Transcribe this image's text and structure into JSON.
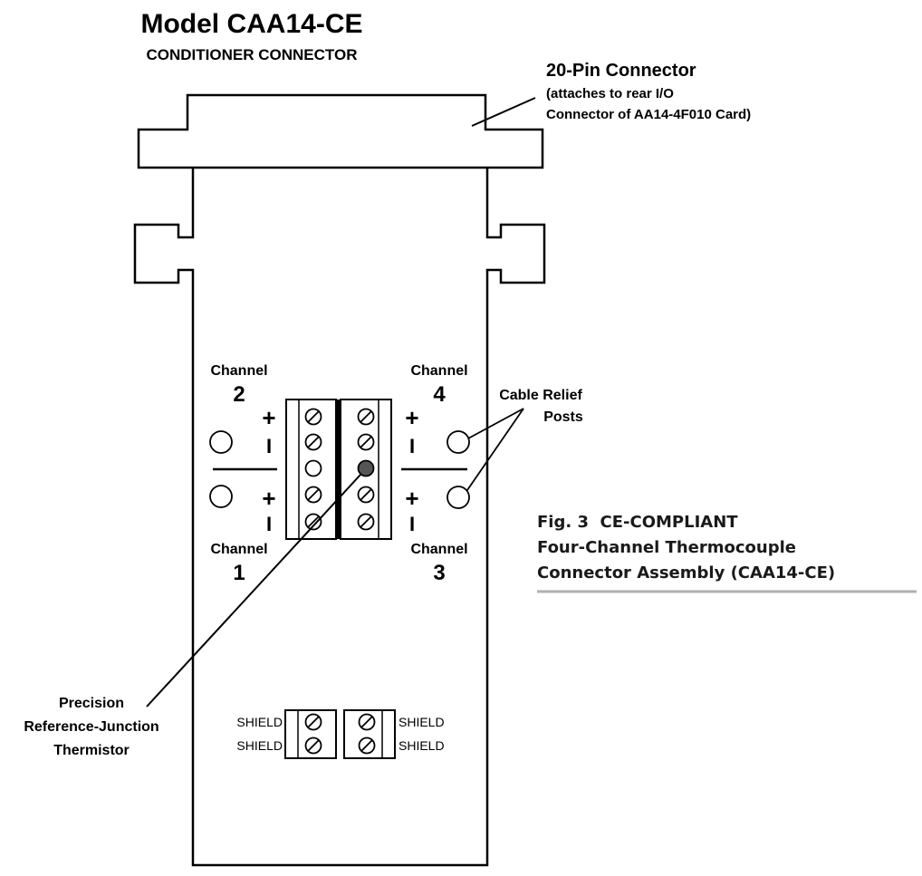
{
  "title": {
    "main": "Model CAA14-CE",
    "sub": "CONDITIONER CONNECTOR"
  },
  "connector_callout": {
    "heading": "20-Pin Connector",
    "line1": "(attaches to rear I/O",
    "line2": "Connector of AA14-4F010 Card)"
  },
  "channels": {
    "top_left": {
      "label": "Channel",
      "number": "2"
    },
    "bottom_left": {
      "label": "Channel",
      "number": "1"
    },
    "top_right": {
      "label": "Channel",
      "number": "4"
    },
    "bottom_right": {
      "label": "Channel",
      "number": "3"
    }
  },
  "polarity": {
    "plus": "+",
    "minus": "I"
  },
  "cable_relief": {
    "line1": "Cable Relief",
    "line2": "Posts"
  },
  "thermistor": {
    "line1": "Precision",
    "line2": "Reference-Junction",
    "line3": "Thermistor"
  },
  "shield_labels": [
    "SHIELD",
    "SHIELD",
    "SHIELD",
    "SHIELD"
  ],
  "figure_caption": {
    "line1": "Fig. 3  CE-COMPLIANT",
    "line2": "Four-Channel Thermocouple",
    "line3": "Connector Assembly (CAA14-CE)"
  },
  "colors": {
    "line": "#000000",
    "thermistor_fill": "#555555",
    "caption_rule": "#b0b0b0"
  }
}
